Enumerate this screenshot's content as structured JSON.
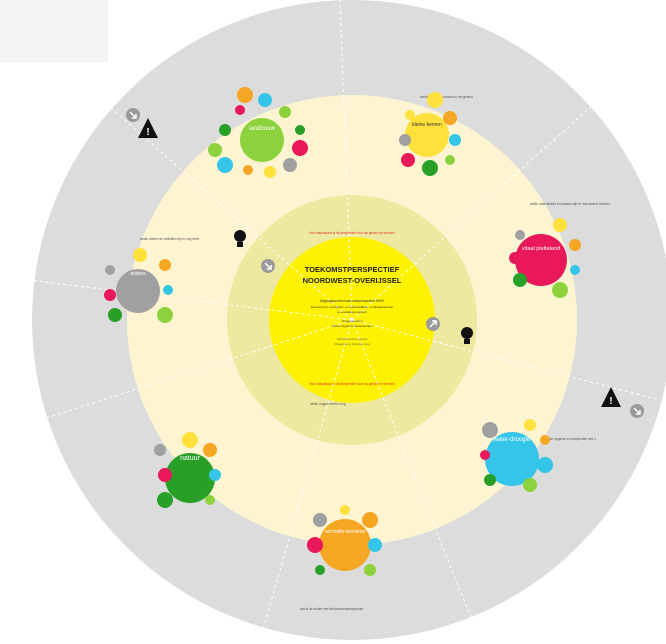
{
  "center": {
    "title_line1": "TOEKOMSTPERSPECTIEF",
    "title_line2": "NOORDWEST-OVERIJSSEL",
    "subtitle": "Uitgangspunten toekomstperspectief NWO",
    "body": [
      "Economisch, ecologisch- en waterkwaliteit- en klimaatrobuust",
      "te ontwikkelen gebied",
      "Uitgangspunten",
      "Toekomstgericht samenwerken",
      "Gebiedsgerichte aanpak",
      "Draagvlak en betrokkenheid"
    ],
    "red_note_top": "Hoe toepasbaar is dit perspectief voor uw gebied en thema's",
    "red_note_bottom": "Hoe toepasbaar is dit perspectief voor uw gebied en thema's"
  },
  "themes": [
    {
      "key": "landbouw",
      "label": "landbouw",
      "color": "#8cd23c"
    },
    {
      "key": "kleine-kernen",
      "label": "kleine kernen",
      "color": "#ffe13c"
    },
    {
      "key": "vitaal-platteland",
      "label": "vitaal platteland",
      "color": "#e8185a"
    },
    {
      "key": "water-droogte",
      "label": "water-droogte",
      "color": "#35c5e8"
    },
    {
      "key": "recreatie-toerisme",
      "label": "recreatie-toerisme",
      "color": "#f5a623"
    },
    {
      "key": "natuur",
      "label": "natuur",
      "color": "#28a028"
    },
    {
      "key": "anders",
      "label": "anders",
      "color": "#a0a0a0"
    }
  ],
  "ring_labels": [
    "welke doelen en ambities zijn er nog meer",
    "stakeholders en kansen in het gebied",
    "welke raakvlakken en kansen zijn er met andere thema's",
    "welke opgaven en knelpunten ziet u",
    "wat is de relatie met het toekomstperspectief",
    "welke vragen heeft u nog"
  ],
  "colors": {
    "outer_ring": "#dcdcdc",
    "middle_ring": "#fdf5d2",
    "inner_ring": "#eee9a0",
    "center": "#fff200",
    "accent_red": "#e03030"
  }
}
